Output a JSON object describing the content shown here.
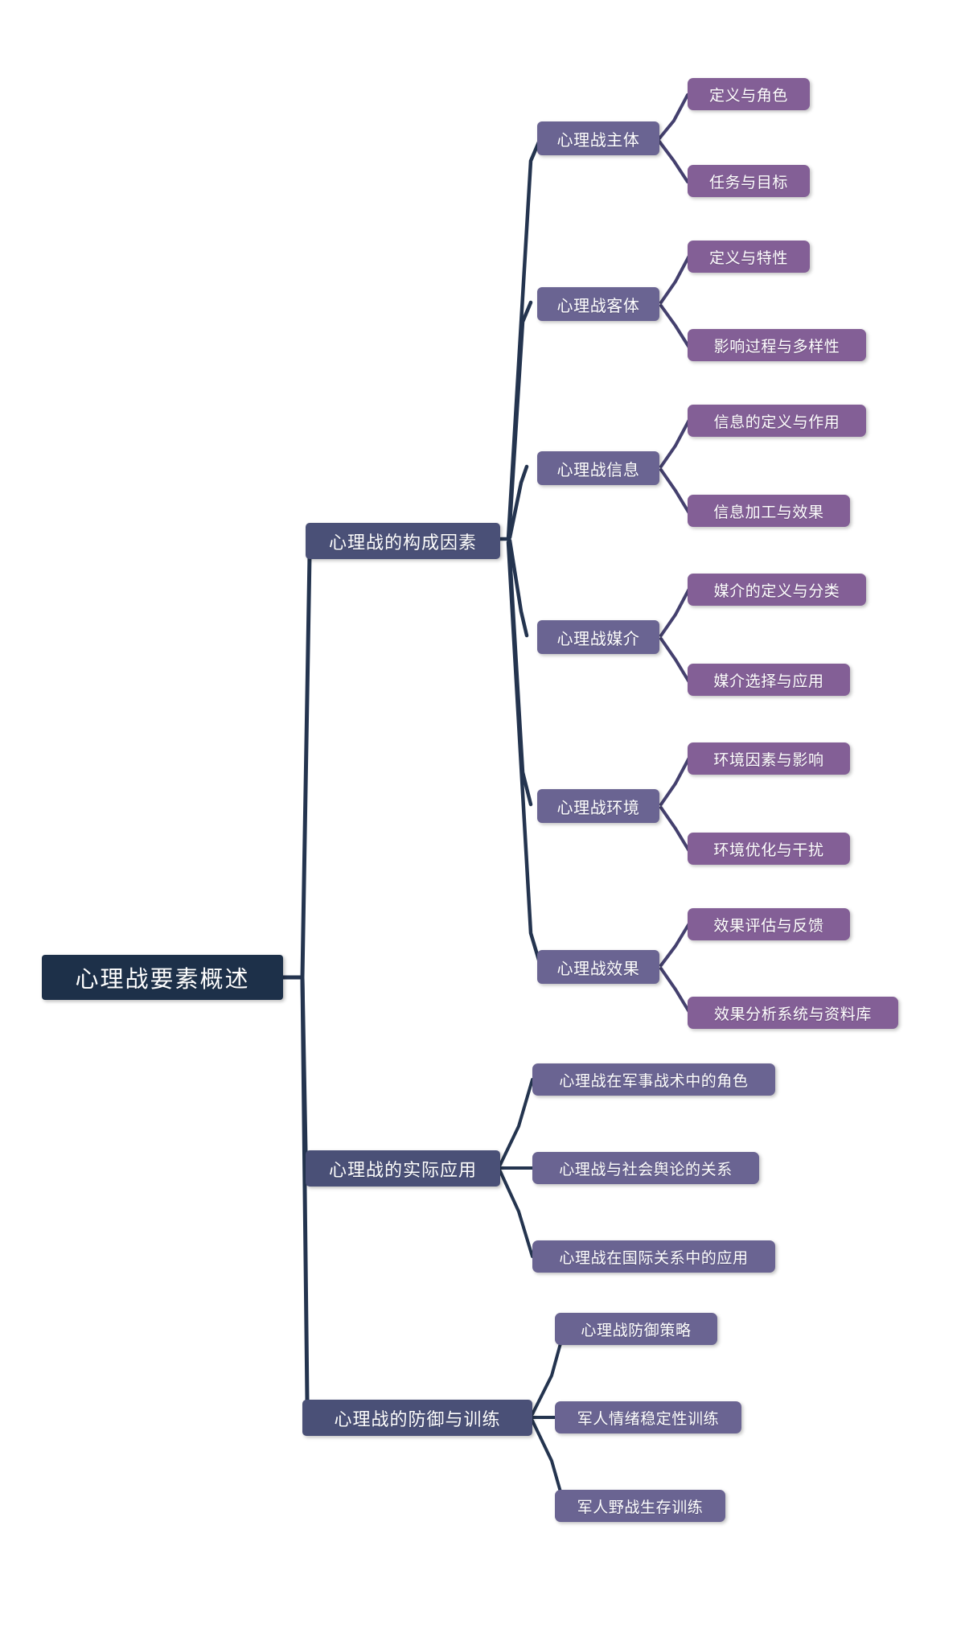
{
  "diagram": {
    "type": "mindmap",
    "title": "心理战要素概述",
    "colors": {
      "root": "#1d3049",
      "level2": "#4a5077",
      "level3": "#6a6492",
      "leaf_purple": "#835f96",
      "leaf_slate": "#6a6492",
      "edge_dark": "#24344f",
      "edge_mid": "#44406e",
      "background": "#ffffff",
      "text": "#ffffff"
    },
    "root": {
      "label": "心理战要素概述"
    },
    "branches": [
      {
        "label": "心理战的构成因素",
        "children": [
          {
            "label": "心理战主体",
            "leaves": [
              {
                "label": "定义与角色"
              },
              {
                "label": "任务与目标"
              }
            ]
          },
          {
            "label": "心理战客体",
            "leaves": [
              {
                "label": "定义与特性"
              },
              {
                "label": "影响过程与多样性"
              }
            ]
          },
          {
            "label": "心理战信息",
            "leaves": [
              {
                "label": "信息的定义与作用"
              },
              {
                "label": "信息加工与效果"
              }
            ]
          },
          {
            "label": "心理战媒介",
            "leaves": [
              {
                "label": "媒介的定义与分类"
              },
              {
                "label": "媒介选择与应用"
              }
            ]
          },
          {
            "label": "心理战环境",
            "leaves": [
              {
                "label": "环境因素与影响"
              },
              {
                "label": "环境优化与干扰"
              }
            ]
          },
          {
            "label": "心理战效果",
            "leaves": [
              {
                "label": "效果评估与反馈"
              },
              {
                "label": "效果分析系统与资料库"
              }
            ]
          }
        ]
      },
      {
        "label": "心理战的实际应用",
        "children": [],
        "leaves": [
          {
            "label": "心理战在军事战术中的角色"
          },
          {
            "label": "心理战与社会舆论的关系"
          },
          {
            "label": "心理战在国际关系中的应用"
          }
        ]
      },
      {
        "label": "心理战的防御与训练",
        "children": [],
        "leaves": [
          {
            "label": "心理战防御策略"
          },
          {
            "label": "军人情绪稳定性训练"
          },
          {
            "label": "军人野战生存训练"
          }
        ]
      }
    ]
  }
}
